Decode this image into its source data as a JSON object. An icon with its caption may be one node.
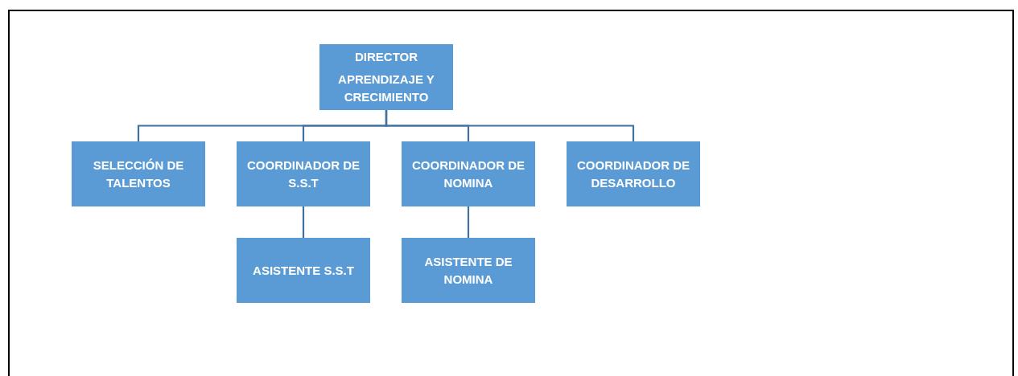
{
  "diagram": {
    "nodes": [
      {
        "text": [
          "DIRECTOR",
          "APRENDIZAJE Y CRECIMIENTO"
        ]
      },
      {
        "text": [
          "SELECCIÓN DE TALENTOS"
        ]
      },
      {
        "text": [
          "COORDINADOR DE S.S.T"
        ]
      },
      {
        "text": [
          "COORDINADOR DE NOMINA"
        ]
      },
      {
        "text": [
          "COORDINADOR DE DESARROLLO"
        ]
      },
      {
        "text": [
          "ASISTENTE S.S.T"
        ]
      },
      {
        "text": [
          "ASISTENTE DE NOMINA"
        ]
      }
    ],
    "edges": [
      {
        "from": 0,
        "to": 1,
        "arrow": "none"
      },
      {
        "from": 0,
        "to": 2,
        "arrow": "none"
      },
      {
        "from": 0,
        "to": 3,
        "arrow": "none"
      },
      {
        "from": 0,
        "to": 4,
        "arrow": "none"
      },
      {
        "from": 2,
        "to": 5,
        "arrow": "none"
      },
      {
        "from": 3,
        "to": 6,
        "arrow": "none"
      }
    ]
  }
}
